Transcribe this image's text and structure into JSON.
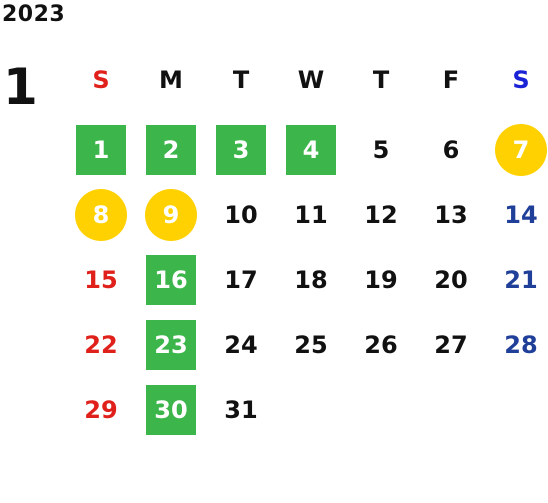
{
  "calendar": {
    "year": "2023",
    "month": "1",
    "weekdays": [
      {
        "label": "S",
        "type": "sun"
      },
      {
        "label": "M",
        "type": "weekday"
      },
      {
        "label": "T",
        "type": "weekday"
      },
      {
        "label": "W",
        "type": "weekday"
      },
      {
        "label": "T",
        "type": "weekday"
      },
      {
        "label": "F",
        "type": "weekday"
      },
      {
        "label": "S",
        "type": "sat"
      }
    ],
    "days": [
      {
        "label": "1",
        "col": 0,
        "row": 0,
        "style": "green"
      },
      {
        "label": "2",
        "col": 1,
        "row": 0,
        "style": "green"
      },
      {
        "label": "3",
        "col": 2,
        "row": 0,
        "style": "green"
      },
      {
        "label": "4",
        "col": 3,
        "row": 0,
        "style": "green"
      },
      {
        "label": "5",
        "col": 4,
        "row": 0,
        "style": "normal"
      },
      {
        "label": "6",
        "col": 5,
        "row": 0,
        "style": "normal"
      },
      {
        "label": "7",
        "col": 6,
        "row": 0,
        "style": "yellow"
      },
      {
        "label": "8",
        "col": 0,
        "row": 1,
        "style": "yellow"
      },
      {
        "label": "9",
        "col": 1,
        "row": 1,
        "style": "yellow"
      },
      {
        "label": "10",
        "col": 2,
        "row": 1,
        "style": "normal"
      },
      {
        "label": "11",
        "col": 3,
        "row": 1,
        "style": "normal"
      },
      {
        "label": "12",
        "col": 4,
        "row": 1,
        "style": "normal"
      },
      {
        "label": "13",
        "col": 5,
        "row": 1,
        "style": "normal"
      },
      {
        "label": "14",
        "col": 6,
        "row": 1,
        "style": "sat"
      },
      {
        "label": "15",
        "col": 0,
        "row": 2,
        "style": "sun"
      },
      {
        "label": "16",
        "col": 1,
        "row": 2,
        "style": "green"
      },
      {
        "label": "17",
        "col": 2,
        "row": 2,
        "style": "normal"
      },
      {
        "label": "18",
        "col": 3,
        "row": 2,
        "style": "normal"
      },
      {
        "label": "19",
        "col": 4,
        "row": 2,
        "style": "normal"
      },
      {
        "label": "20",
        "col": 5,
        "row": 2,
        "style": "normal"
      },
      {
        "label": "21",
        "col": 6,
        "row": 2,
        "style": "sat"
      },
      {
        "label": "22",
        "col": 0,
        "row": 3,
        "style": "sun"
      },
      {
        "label": "23",
        "col": 1,
        "row": 3,
        "style": "green"
      },
      {
        "label": "24",
        "col": 2,
        "row": 3,
        "style": "normal"
      },
      {
        "label": "25",
        "col": 3,
        "row": 3,
        "style": "normal"
      },
      {
        "label": "26",
        "col": 4,
        "row": 3,
        "style": "normal"
      },
      {
        "label": "27",
        "col": 5,
        "row": 3,
        "style": "normal"
      },
      {
        "label": "28",
        "col": 6,
        "row": 3,
        "style": "sat"
      },
      {
        "label": "29",
        "col": 0,
        "row": 4,
        "style": "sun"
      },
      {
        "label": "30",
        "col": 1,
        "row": 4,
        "style": "green"
      },
      {
        "label": "31",
        "col": 2,
        "row": 4,
        "style": "normal"
      }
    ]
  }
}
